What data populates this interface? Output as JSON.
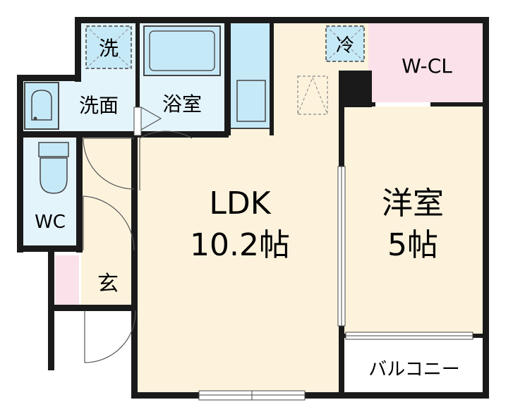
{
  "rooms": {
    "ldk": {
      "name": "LDK",
      "size": "10.2帖"
    },
    "western": {
      "name": "洋室",
      "size": "5帖"
    },
    "wcl": {
      "name": "W-CL"
    },
    "bath": {
      "name": "浴室"
    },
    "washroom": {
      "name": "洗面"
    },
    "wc": {
      "name": "WC"
    },
    "entrance": {
      "name": "玄"
    },
    "balcony": {
      "name": "バルコニー"
    }
  },
  "fixtures": {
    "washer": {
      "name": "洗"
    },
    "fridge": {
      "name": "冷"
    }
  },
  "colors": {
    "ldk_floor": "#fdf3dd",
    "wet_area": "#e4f4fb",
    "fixture_blue": "#c6e9f7",
    "closet_pink": "#fbe1e9",
    "wall": "#1a1a1a"
  }
}
